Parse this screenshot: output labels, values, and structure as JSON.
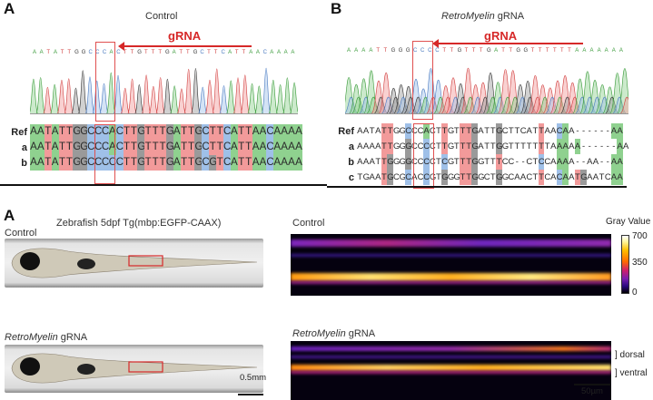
{
  "panel_top_left": {
    "label": "A",
    "title": "Control",
    "grna_label": "gRNA",
    "called_seq": "AATATTGGCCCACTTGTTTGATTGCTTCATTAACAAAA",
    "alignment": [
      {
        "name": "Ref",
        "seq": "AATATTGGCCCACTTGTTTGATTGCTTCATTAACAAAA"
      },
      {
        "name": "a",
        "seq": "AATATTGGCCCACTTGTTTGATTGCTTCATTAACAAAA"
      },
      {
        "name": "b",
        "seq": "AATATTGGCCCCCTTGTTTGATTGCGTCATTAACAAAA"
      }
    ]
  },
  "panel_top_right": {
    "label": "B",
    "title_italic": "RetroMyelin",
    "title_rest": " gRNA",
    "grna_label": "gRNA",
    "called_seq": "AAAATTGGGCCCCTTGTTTGATTGGTTTTTTAAAAAAA",
    "alignment": [
      {
        "name": "Ref",
        "seq": "AATATTGGCCCACTTGTTTGATTGCTTCATTAACAA------AA"
      },
      {
        "name": "a",
        "seq": "AAAATTGGGCCCCTTGTTTGATTGGTTTTTTTAAAAA------AA"
      },
      {
        "name": "b",
        "seq": "AAATTGGGGCCCCTCGTTTGGTTTCC--CTCCAAAA--AA--AA"
      },
      {
        "name": "c",
        "seq": "TGAATGCGCACCGTGGGTTGGCTGGCAACTTCACAATGAATCAA"
      }
    ],
    "highlight_columns": [
      4,
      5,
      8,
      11,
      14,
      17,
      18,
      19,
      23,
      30,
      33,
      34,
      36,
      37,
      42,
      43
    ]
  },
  "panel_bottom": {
    "label": "A",
    "fish_title": "Zebrafish 5dpf Tg(mbp:EGFP-CAAX)",
    "control_label": "Control",
    "gRNA_label_italic": "RetroMyelin",
    "gRNA_label_rest": " gRNA",
    "fish_scale": "0.5mm",
    "img_control_label": "Control",
    "img_gRNA_label_italic": "RetroMyelin",
    "img_gRNA_label_rest": " gRNA",
    "colorbar_title": "Gray Value",
    "colorbar_ticks": [
      "700",
      "350",
      "0"
    ],
    "dorsal": "] dorsal",
    "ventral": "] ventral",
    "img_scale": "50µm"
  },
  "base_colors": {
    "A": "#8fd18f",
    "T": "#f29a9a",
    "C": "#9fc0e8",
    "G": "#9a9a9a",
    "-": "transparent"
  }
}
